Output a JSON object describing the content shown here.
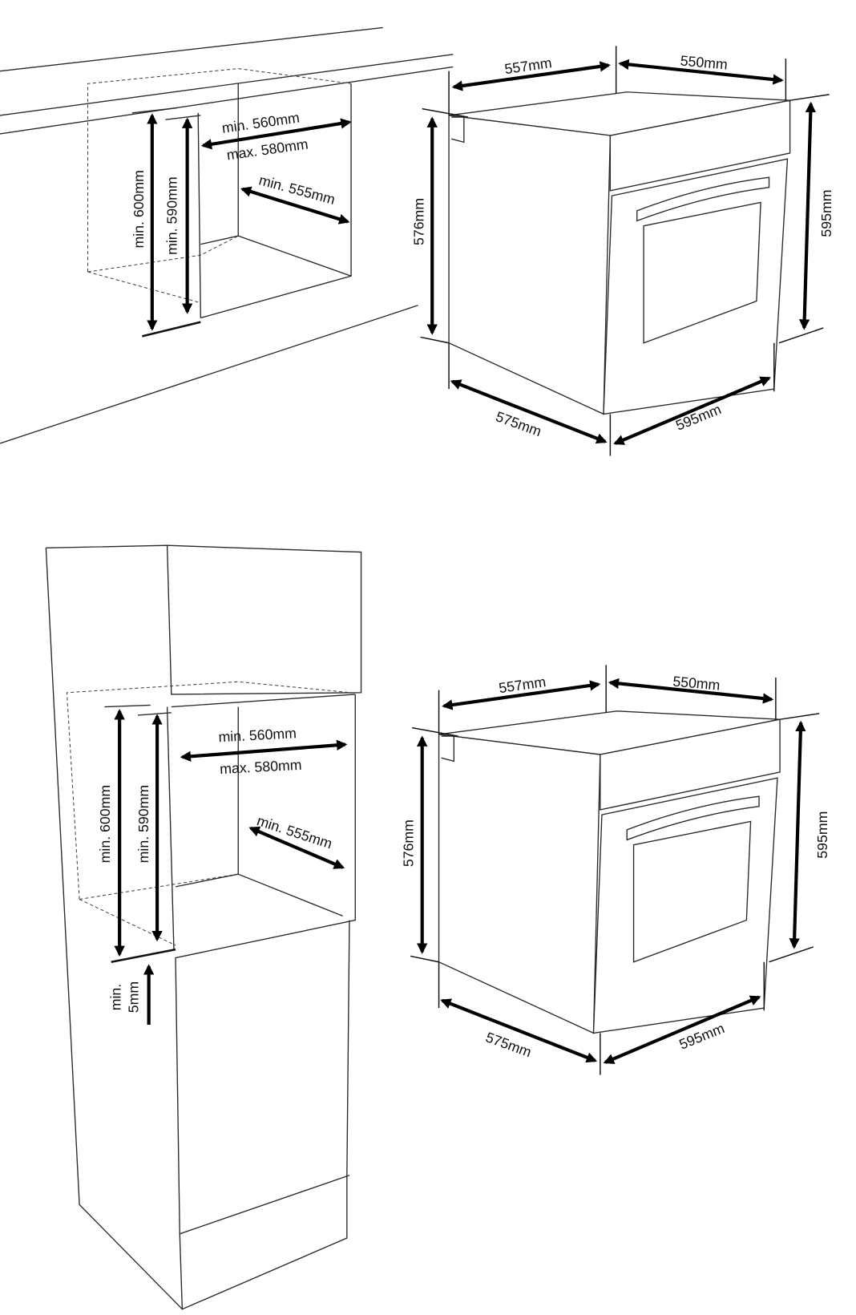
{
  "niche_built_under": {
    "height_min": "min. 600mm",
    "height_inner": "min. 590mm",
    "width_min": "min. 560mm",
    "width_max": "max. 580mm",
    "depth_min": "min. 555mm"
  },
  "oven_top": {
    "top_depth": "557mm",
    "top_width": "550mm",
    "left_height": "576mm",
    "right_height": "595mm",
    "bottom_depth": "575mm",
    "bottom_width": "595mm"
  },
  "niche_tall_unit": {
    "height_min": "min. 600mm",
    "height_inner": "min. 590mm",
    "width_min": "min. 560mm",
    "width_max": "max. 580mm",
    "depth_min": "min. 555mm",
    "gap_label_1": "min.",
    "gap_label_2": "5mm"
  },
  "oven_bottom": {
    "top_depth": "557mm",
    "top_width": "550mm",
    "left_height": "576mm",
    "right_height": "595mm",
    "bottom_depth": "575mm",
    "bottom_width": "595mm"
  }
}
